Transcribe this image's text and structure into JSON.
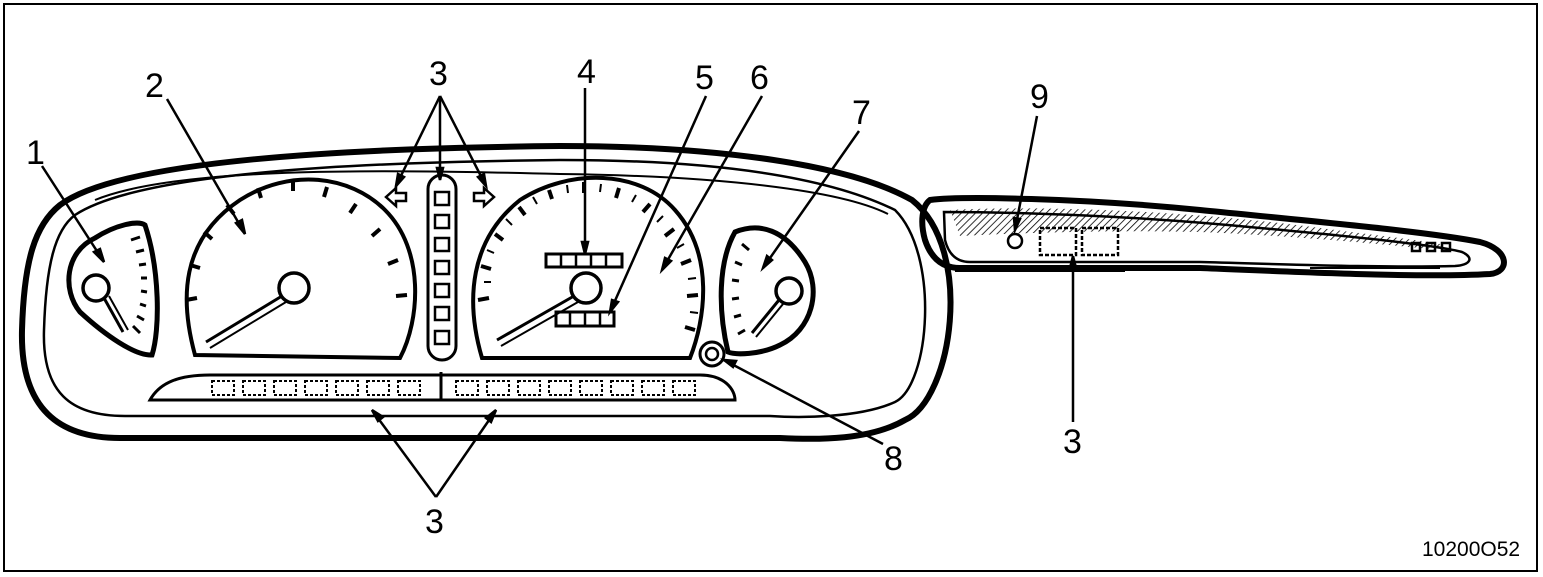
{
  "figure": {
    "code": "10200O52"
  },
  "callouts": {
    "c1": "1",
    "c2": "2",
    "c3_top": "3",
    "c4": "4",
    "c5": "5",
    "c6": "6",
    "c7": "7",
    "c8": "8",
    "c3_bottom": "3",
    "c9": "9",
    "c3_side": "3"
  },
  "colors": {
    "ink": "#000000",
    "paper": "#ffffff"
  }
}
